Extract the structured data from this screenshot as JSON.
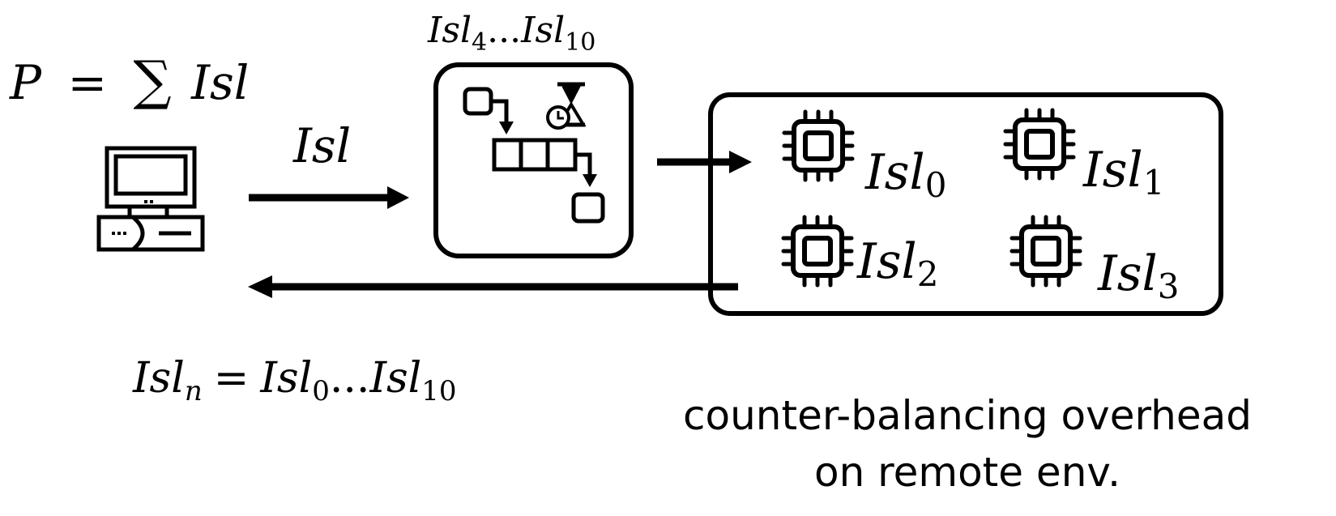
{
  "formula_total": {
    "lhs": "P",
    "eq": "=",
    "sum": "∑",
    "rhs": "Isl"
  },
  "queue_label": {
    "base1": "Isl",
    "sub1": "4",
    "dots": "...",
    "base2": "Isl",
    "sub2": "10"
  },
  "send_label": "Isl",
  "islands": [
    {
      "base": "Isl",
      "sub": "0"
    },
    {
      "base": "Isl",
      "sub": "1"
    },
    {
      "base": "Isl",
      "sub": "2"
    },
    {
      "base": "Isl",
      "sub": "3"
    }
  ],
  "return_formula": {
    "base": "Isl",
    "sub": "n",
    "eq": "=",
    "r1": "Isl",
    "r1sub": "0",
    "dots": "...",
    "r2": "Isl",
    "r2sub": "10"
  },
  "caption": {
    "line1": "counter-balancing overhead",
    "line2": "on remote env."
  },
  "icons": [
    "computer-icon",
    "scheduler-icon",
    "hourglass-clock-icon",
    "cpu-chip-icon"
  ]
}
